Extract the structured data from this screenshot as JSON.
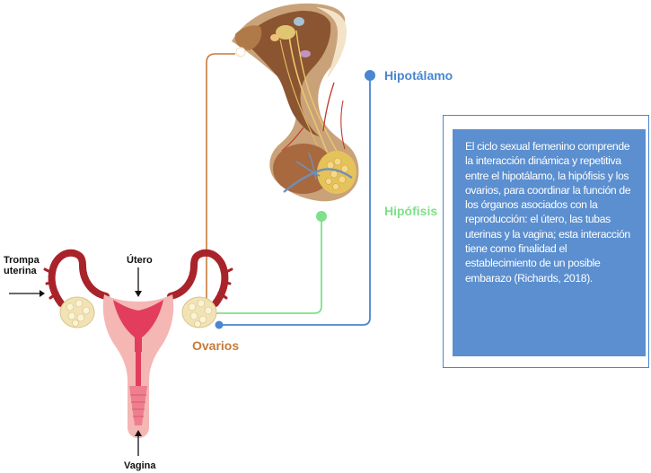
{
  "labels": {
    "hipotalamo": "Hipotálamo",
    "hipofisis": "Hipófisis",
    "ovarios": "Ovarios",
    "trompa_uterina": "Trompa uterina",
    "utero": "Útero",
    "vagina": "Vagina"
  },
  "info_box": {
    "text": "El ciclo sexual femenino comprende la interacción dinámica y repetitiva entre el hipotálamo, la hipófisis y los ovarios, para coordinar la función de los órganos asociados con la reproducción: el útero, las tubas uterinas y la vagina; esta interacción tiene como finalidad el establecimiento de un posible embarazo (Richards, 2018)."
  },
  "colors": {
    "hipotalamo_line": "#4a86d1",
    "hipofisis_line": "#7ee08a",
    "ovarios_line": "#c87a3a",
    "info_box_bg": "#5b8fd0"
  }
}
